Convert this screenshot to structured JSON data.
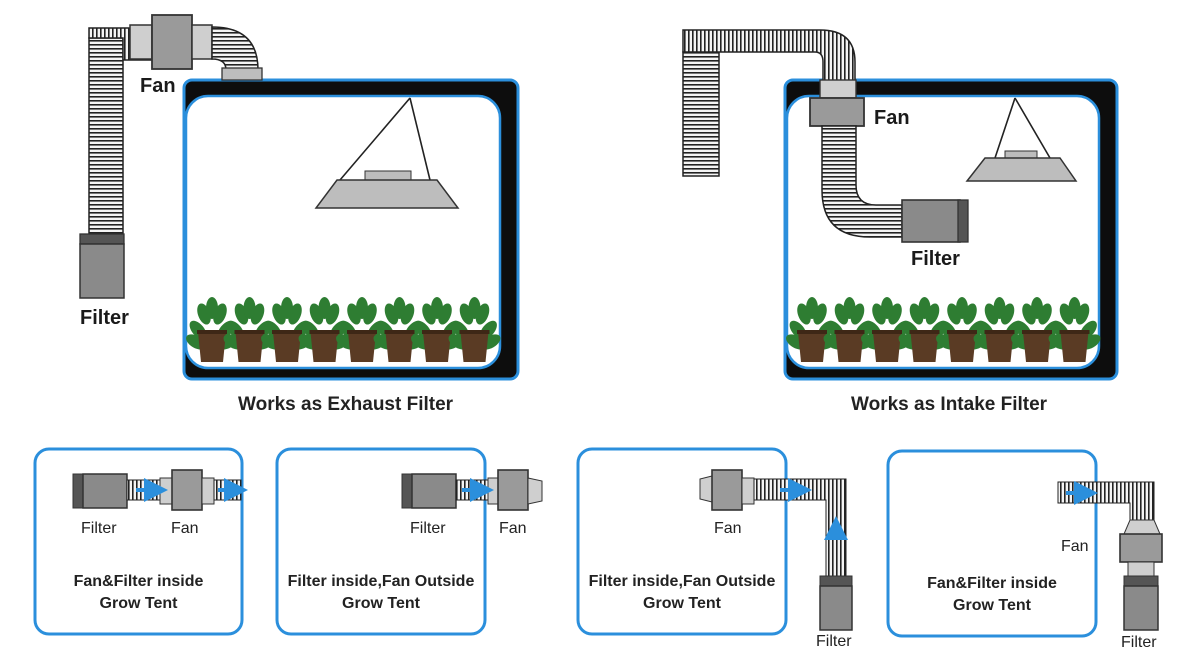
{
  "colors": {
    "accent_blue": "#2b8fdc",
    "tent_black": "#0d0d0d",
    "duct_gray": "#8c8c8c",
    "fan_gray": "#9a9a9a",
    "filter_gray": "#7f7f7f",
    "leaf_green": "#2e7d32",
    "pot_brown": "#5a3b24"
  },
  "icons": [
    "exhaust-fan",
    "carbon-filter",
    "flexible-duct",
    "grow-light",
    "potted-plant",
    "airflow-arrow"
  ],
  "exhaust_setup": {
    "fan_label": "Fan",
    "filter_label": "Filter",
    "caption": "Works as Exhaust Filter"
  },
  "intake_setup": {
    "fan_label": "Fan",
    "filter_label": "Filter",
    "caption": "Works as Intake Filter"
  },
  "panels": [
    {
      "filter_label": "Filter",
      "fan_label": "Fan",
      "caption_line1": "Fan&Filter inside",
      "caption_line2": "Grow Tent"
    },
    {
      "filter_label": "Filter",
      "fan_label": "Fan",
      "caption_line1": "Filter inside,Fan Outside",
      "caption_line2": "Grow Tent"
    },
    {
      "fan_label": "Fan",
      "filter_label": "Filter",
      "caption_line1": "Filter inside,Fan Outside",
      "caption_line2": "Grow Tent"
    },
    {
      "fan_label": "Fan",
      "filter_label": "Filter",
      "caption_line1": "Fan&Filter inside",
      "caption_line2": "Grow Tent"
    }
  ]
}
